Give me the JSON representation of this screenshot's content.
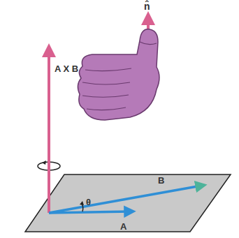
{
  "diagram": {
    "labels": [
      "n̂",
      "A X B",
      "B",
      "θ",
      "A"
    ]
  }
}
